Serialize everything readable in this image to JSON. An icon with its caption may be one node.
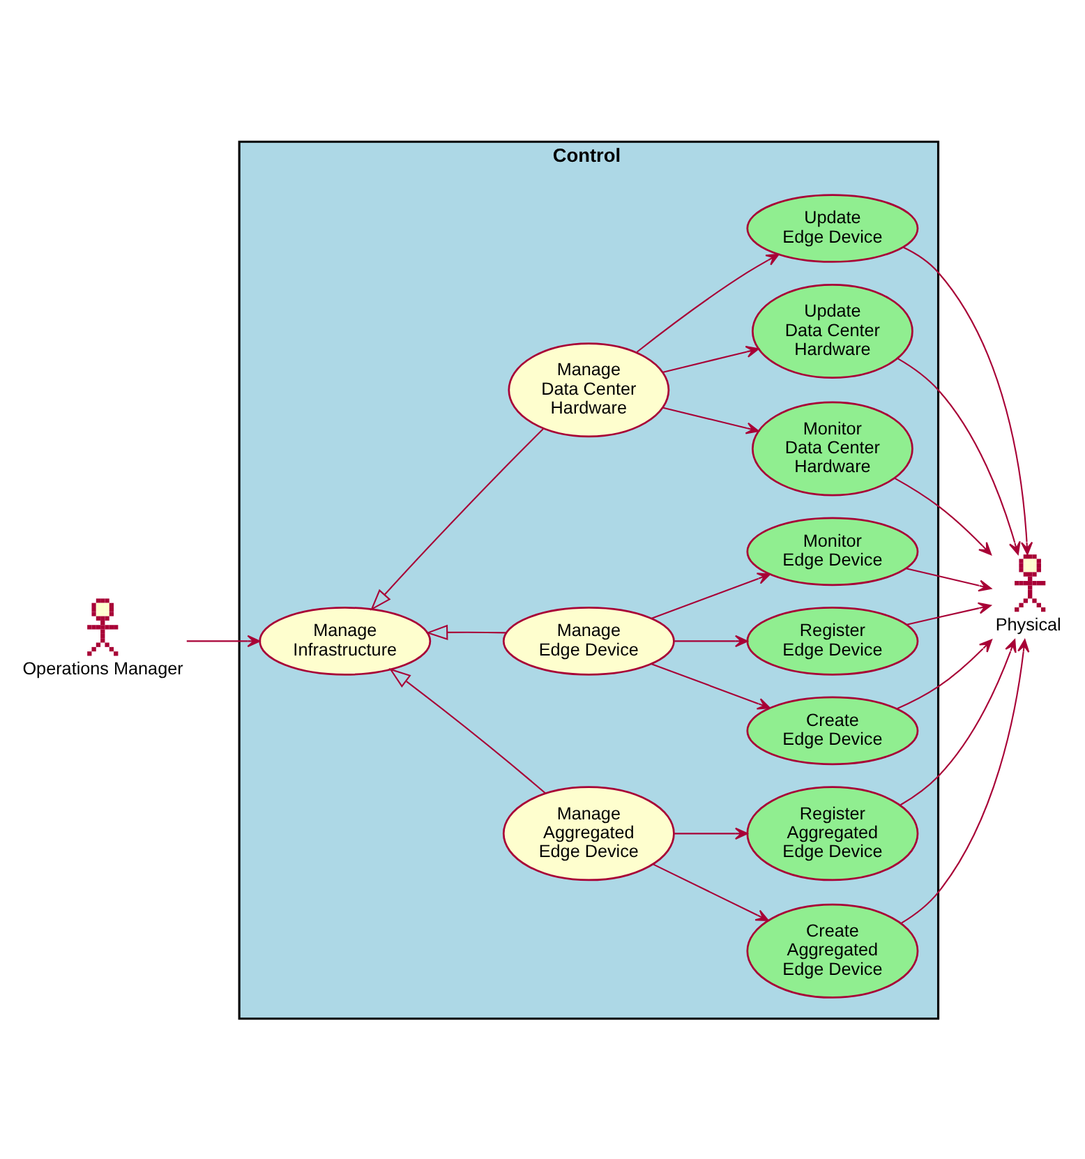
{
  "diagram": {
    "nodes": [
      {
        "text": [],
        "shape": "person",
        "beside": [
          "Operations Manager"
        ]
      },
      {
        "text": [
          "Control"
        ]
      },
      {
        "text": [
          "Manage Infrastructure"
        ],
        "in": 1
      },
      {
        "text": [
          "Manage Data Center Hardware"
        ],
        "in": 1
      },
      {
        "text": [
          "Update Edge Device"
        ],
        "in": 1
      },
      {
        "text": [
          "Update Data Center Hardware"
        ],
        "in": 1
      },
      {
        "text": [
          "Monitor Data Center Hardware"
        ],
        "in": 1
      },
      {
        "text": [
          "Manage Edge Device"
        ],
        "in": 1
      },
      {
        "text": [
          "Monitor Edge Device"
        ],
        "in": 1
      },
      {
        "text": [
          "Register Edge Device"
        ],
        "in": 1
      },
      {
        "text": [
          "Create Edge Device"
        ],
        "in": 1
      },
      {
        "text": [
          "Manage Aggregated Edge Device"
        ],
        "in": 1
      },
      {
        "text": [
          "Register Aggregated Edge Device"
        ],
        "in": 1
      },
      {
        "text": [
          "Create Aggregated Edge Device"
        ],
        "in": 1
      },
      {
        "text": [],
        "shape": "person",
        "beside": [
          "Physical"
        ]
      }
    ],
    "edges": [
      {
        "from": 0,
        "to": 2,
        "arrow": "to"
      },
      {
        "from": 3,
        "to": 2,
        "arrow": "to"
      },
      {
        "from": 7,
        "to": 2,
        "arrow": "to"
      },
      {
        "from": 11,
        "to": 2,
        "arrow": "to"
      },
      {
        "from": 3,
        "to": 4,
        "arrow": "to"
      },
      {
        "from": 3,
        "to": 5,
        "arrow": "to"
      },
      {
        "from": 3,
        "to": 6,
        "arrow": "to"
      },
      {
        "from": 7,
        "to": 8,
        "arrow": "to"
      },
      {
        "from": 7,
        "to": 9,
        "arrow": "to"
      },
      {
        "from": 7,
        "to": 10,
        "arrow": "to"
      },
      {
        "from": 11,
        "to": 12,
        "arrow": "to"
      },
      {
        "from": 11,
        "to": 13,
        "arrow": "to"
      },
      {
        "from": 4,
        "to": 14,
        "arrow": "to"
      },
      {
        "from": 5,
        "to": 14,
        "arrow": "to"
      },
      {
        "from": 6,
        "to": 14,
        "arrow": "to"
      },
      {
        "from": 8,
        "to": 14,
        "arrow": "to"
      },
      {
        "from": 9,
        "to": 14,
        "arrow": "to"
      },
      {
        "from": 10,
        "to": 14,
        "arrow": "to"
      },
      {
        "from": 12,
        "to": 14,
        "arrow": "to"
      },
      {
        "from": 13,
        "to": 14,
        "arrow": "to"
      }
    ]
  }
}
